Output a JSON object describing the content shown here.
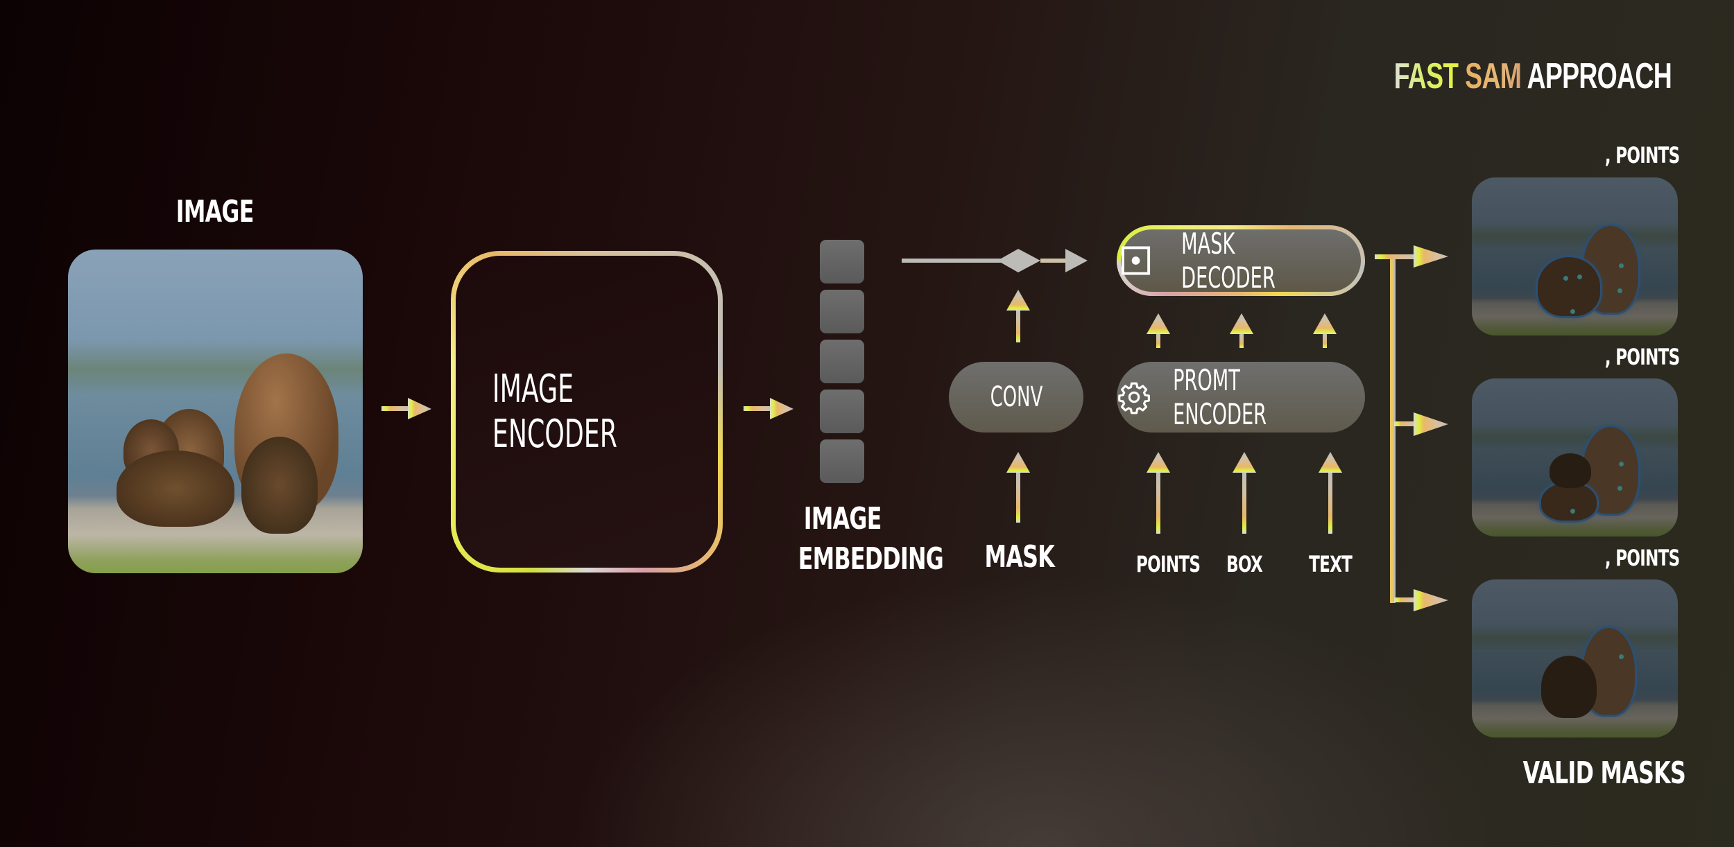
{
  "title": {
    "part1": "FAST",
    "part2": "SAM",
    "part3": "APPROACH"
  },
  "input": {
    "label": "IMAGE"
  },
  "encoder": {
    "label": "IMAGE ENCODER"
  },
  "embedding": {
    "line1": "IMAGE",
    "line2": "EMBEDDING",
    "blocks": 5
  },
  "conv": {
    "label": "CONV"
  },
  "mask_input": {
    "label": "MASK"
  },
  "mask_decoder": {
    "label": "MASK DECODER",
    "icon": "target-square-icon"
  },
  "prompt_encoder": {
    "label": "PROMT ENCODER",
    "icon": "gear-icon"
  },
  "prompts": [
    {
      "label": "POINTS"
    },
    {
      "label": "BOX"
    },
    {
      "label": "TEXT"
    }
  ],
  "outputs": {
    "label": "VALID MASKS",
    "items": [
      {
        "caption": ", POINTS"
      },
      {
        "caption": ", POINTS"
      },
      {
        "caption": ", POINTS"
      }
    ]
  },
  "colors": {
    "accent_yellow": "#e4f040",
    "accent_orange": "#e8b060",
    "accent_pink": "#d8a0a8",
    "arrow_gray": "#c0bcb8",
    "mask_outline": "#4a90d9",
    "point_color": "#5ee0e0"
  }
}
